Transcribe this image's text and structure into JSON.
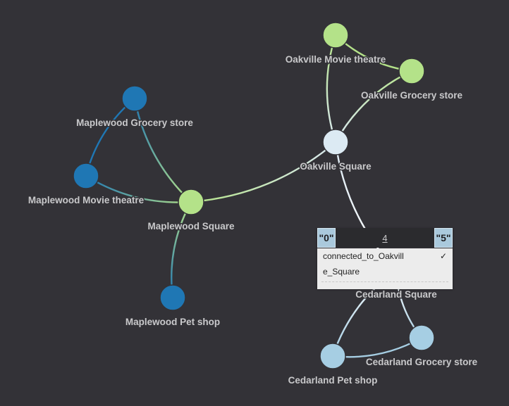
{
  "graph": {
    "nodes": [
      {
        "id": "oakville-movie-theatre",
        "label": "Oakville Movie theatre",
        "color": "#b4e289"
      },
      {
        "id": "oakville-grocery-store",
        "label": "Oakville Grocery store",
        "color": "#b4e289"
      },
      {
        "id": "oakville-square",
        "label": "Oakville Square",
        "color": "#dceaf3"
      },
      {
        "id": "maplewood-grocery-store",
        "label": "Maplewood Grocery store",
        "color": "#1f77b4"
      },
      {
        "id": "maplewood-movie-theatre",
        "label": "Maplewood Movie theatre",
        "color": "#1f77b4"
      },
      {
        "id": "maplewood-square",
        "label": "Maplewood Square",
        "color": "#b4e289"
      },
      {
        "id": "maplewood-pet-shop",
        "label": "Maplewood Pet shop",
        "color": "#1f77b4"
      },
      {
        "id": "cedarland-square",
        "label": "Cedarland Square",
        "color": "#ffffff"
      },
      {
        "id": "cedarland-grocery-store",
        "label": "Cedarland Grocery store",
        "color": "#a6cee3"
      },
      {
        "id": "cedarland-pet-shop",
        "label": "Cedarland Pet shop",
        "color": "#a6cee3"
      }
    ],
    "edges": [
      {
        "source": "oakville-movie-theatre",
        "target": "oakville-grocery-store",
        "colors": [
          "#b4e289",
          "#b4e289"
        ]
      },
      {
        "source": "oakville-movie-theatre",
        "target": "oakville-square",
        "colors": [
          "#b4e289",
          "#dceaf3"
        ]
      },
      {
        "source": "oakville-grocery-store",
        "target": "oakville-square",
        "colors": [
          "#b4e289",
          "#dceaf3"
        ]
      },
      {
        "source": "maplewood-square",
        "target": "oakville-square",
        "colors": [
          "#b4e289",
          "#dceaf3"
        ]
      },
      {
        "source": "oakville-square",
        "target": "cedarland-square",
        "colors": [
          "#dceaf3",
          "#ffffff"
        ]
      },
      {
        "source": "maplewood-grocery-store",
        "target": "maplewood-movie-theatre",
        "colors": [
          "#1f77b4",
          "#1f77b4"
        ]
      },
      {
        "source": "maplewood-grocery-store",
        "target": "maplewood-square",
        "colors": [
          "#1f77b4",
          "#b4e289"
        ]
      },
      {
        "source": "maplewood-movie-theatre",
        "target": "maplewood-square",
        "colors": [
          "#1f77b4",
          "#b4e289"
        ]
      },
      {
        "source": "maplewood-square",
        "target": "maplewood-pet-shop",
        "colors": [
          "#b4e289",
          "#1f77b4"
        ]
      },
      {
        "source": "cedarland-square",
        "target": "cedarland-grocery-store",
        "colors": [
          "#ffffff",
          "#a6cee3"
        ]
      },
      {
        "source": "cedarland-square",
        "target": "cedarland-pet-shop",
        "colors": [
          "#ffffff",
          "#a6cee3"
        ]
      },
      {
        "source": "cedarland-pet-shop",
        "target": "cedarland-grocery-store",
        "colors": [
          "#a6cee3",
          "#a6cee3"
        ]
      }
    ]
  },
  "widget": {
    "min_label": "\"0\"",
    "max_label": "\"5\"",
    "value": "4",
    "menu_items": [
      {
        "label": "connected_to_Oakvill",
        "checked": true,
        "check_mark": "✓"
      },
      {
        "label": "e_Square",
        "checked": false
      }
    ]
  },
  "colors": {
    "background": "#333237",
    "green": "#b4e289",
    "dark_blue": "#1f77b4",
    "light_blue": "#a6cee3",
    "pale": "#dceaf3"
  }
}
